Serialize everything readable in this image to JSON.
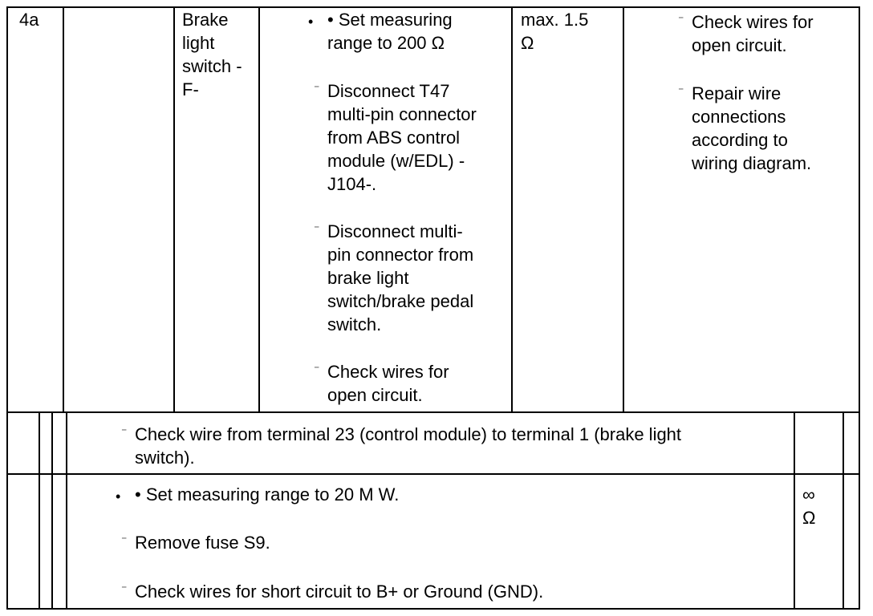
{
  "row1": {
    "step": "4a",
    "component": "Brake\nlight\nswitch -\nF-",
    "bullet_mark": "•",
    "procedure": [
      "• Set measuring\nrange to 200 Ω",
      "Disconnect T47\nmulti-pin connector\nfrom ABS control\nmodule (w/EDL) -\nJ104-.",
      "Disconnect multi-\npin connector from\nbrake light\nswitch/brake pedal\nswitch.",
      "Check wires for\nopen circuit."
    ],
    "spec": "max. 1.5\nΩ",
    "remedy": [
      "Check wires for\nopen circuit.",
      "Repair wire\nconnections\naccording to\nwiring diagram."
    ]
  },
  "row2": {
    "text": "Check wire from terminal 23 (control module) to terminal 1 (brake light\nswitch)."
  },
  "row3": {
    "bullet_mark": "•",
    "lines": [
      "• Set measuring range to 20 M W.",
      "Remove fuse S9.",
      "Check wires for short circuit to B+ or Ground (GND)."
    ],
    "spec": "∞\nΩ"
  },
  "dash_mark": "⁻"
}
